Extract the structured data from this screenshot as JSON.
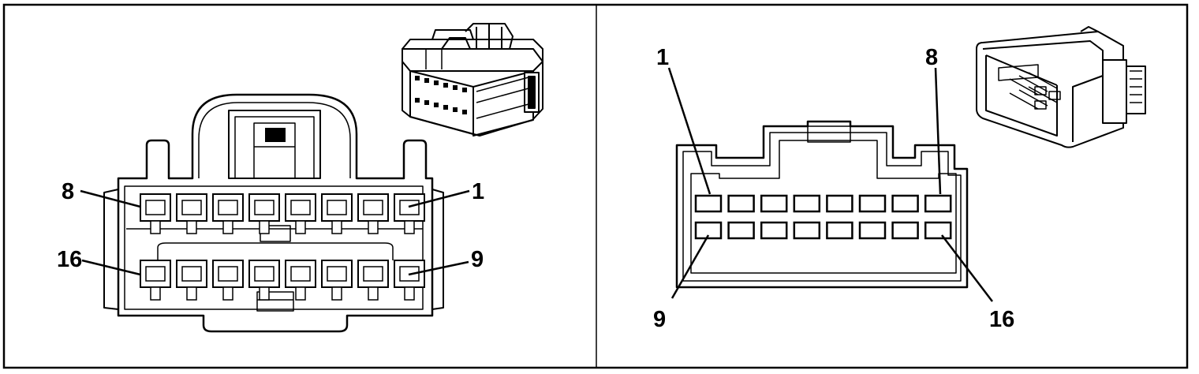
{
  "diagram": {
    "panels": [
      {
        "id": "female",
        "pin_labels": {
          "top_left": "8",
          "top_right": "1",
          "bottom_left": "16",
          "bottom_right": "9"
        }
      },
      {
        "id": "male",
        "pin_labels": {
          "top_left": "1",
          "top_right": "8",
          "bottom_left": "9",
          "bottom_right": "16"
        }
      }
    ],
    "pins_per_row": 8,
    "rows": 2,
    "line_color": "#000000",
    "background": "#ffffff"
  }
}
